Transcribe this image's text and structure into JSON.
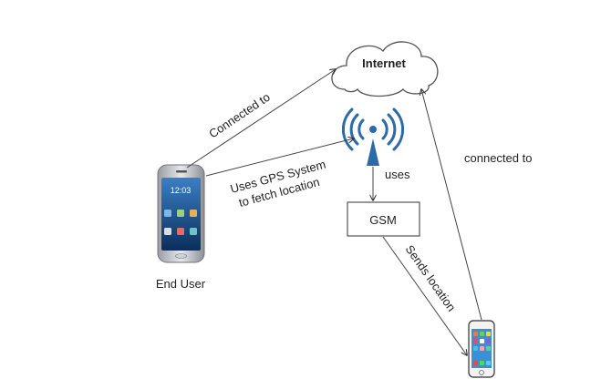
{
  "diagram": {
    "nodes": {
      "internet": "Internet",
      "gsm": "GSM",
      "end_user": "End User",
      "phone_clock": "12:03"
    },
    "edges": {
      "user_to_internet": "Connected to",
      "user_to_tower_line1": "Uses GPS System",
      "user_to_tower_line2": "to fetch location",
      "tower_to_gsm": "uses",
      "gsm_to_phone": "Sends location",
      "phone_to_internet": "connected to"
    }
  }
}
